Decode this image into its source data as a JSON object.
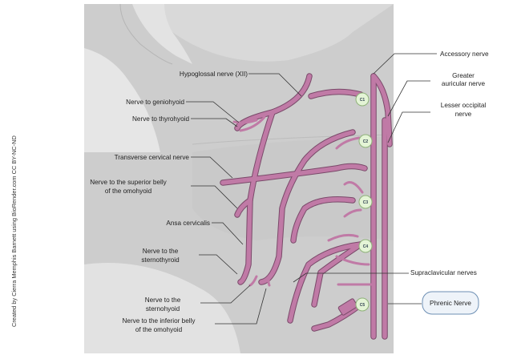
{
  "credit": "Created by Cierra Memphis Barnett using BioRender.com CC BY-NC-ND",
  "labels_left": {
    "hypoglossal": "Hypoglossal nerve (XII)",
    "geniohyoid": "Nerve to geniohyoid",
    "thyrohyoid": "Nerve to thyrohyoid",
    "transverse": "Transverse cervical nerve",
    "omohyoid_sup_1": "Nerve to the superior belly",
    "omohyoid_sup_2": "of the omohyoid",
    "ansa": "Ansa cervicalis",
    "sternothyroid_1": "Nerve to the",
    "sternothyroid_2": "sternothyroid",
    "sternohyoid_1": "Nerve to the",
    "sternohyoid_2": "sternohyoid",
    "omohyoid_inf_1": "Nerve to the inferior belly",
    "omohyoid_inf_2": "of the omohyoid"
  },
  "labels_right": {
    "accessory": "Accessory nerve",
    "greater_1": "Greater",
    "greater_2": "auricular nerve",
    "lesser_1": "Lesser occipital",
    "lesser_2": "nerve",
    "supraclavicular": "Supraclavicular nerves",
    "phrenic": "Phrenic Nerve"
  },
  "roots": [
    "C1",
    "C2",
    "C3",
    "C4",
    "C5"
  ],
  "colors": {
    "nerve": "#c07aa6",
    "nerve_edge": "#7a4a6a",
    "root_fill": "#e4f4d6",
    "root_stroke": "#8fb27a",
    "phrenic_box_fill": "#eef3f9",
    "phrenic_box_stroke": "#6d8fb4"
  }
}
